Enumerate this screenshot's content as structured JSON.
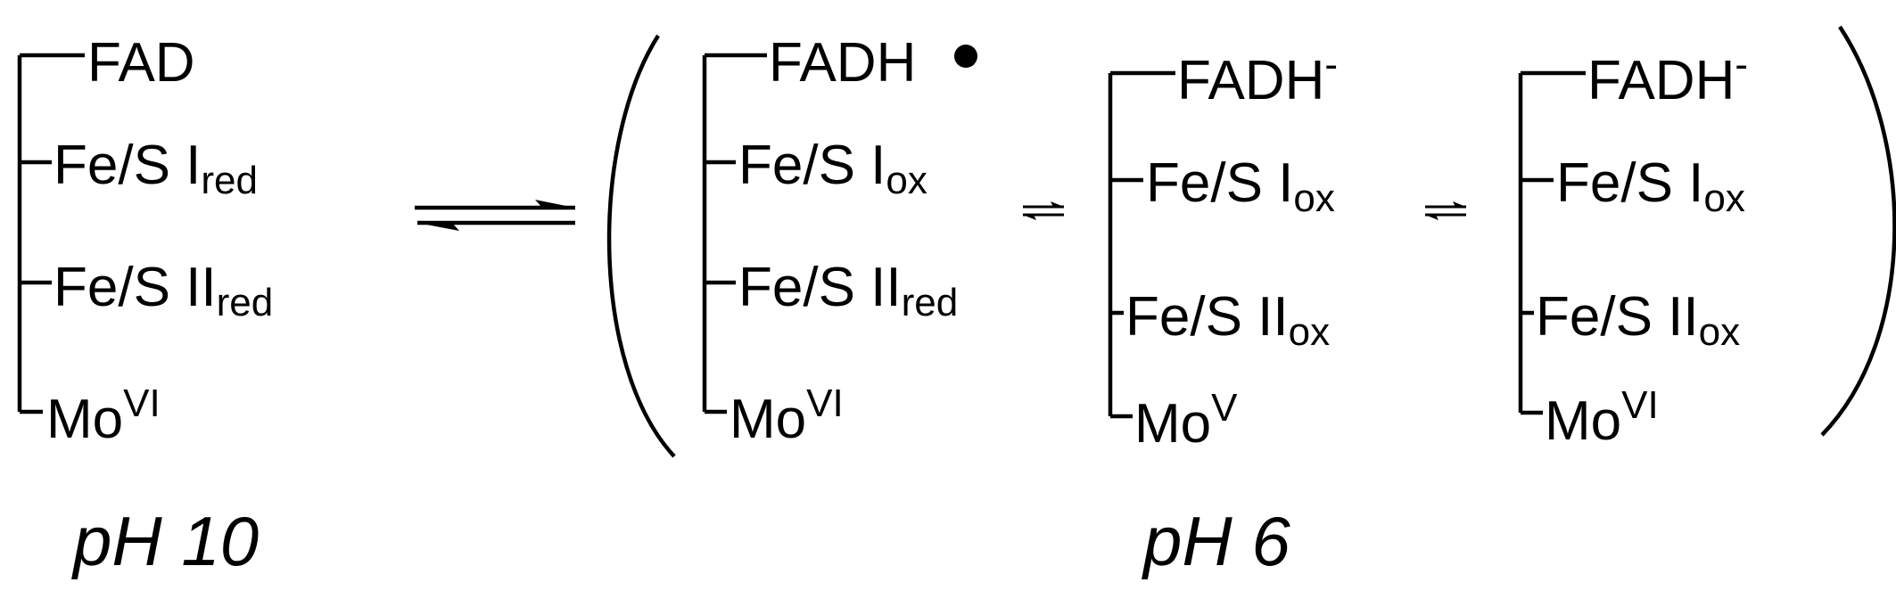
{
  "states": [
    {
      "id": "ph10",
      "fad": {
        "base": "FAD",
        "super": ""
      },
      "fes1": {
        "base": "Fe/S I",
        "sub": "red"
      },
      "fes2": {
        "base": "Fe/S II",
        "sub": "red"
      },
      "mo": {
        "base": "Mo",
        "super": "VI"
      }
    },
    {
      "id": "ph6-a",
      "fad": {
        "base": "FADH",
        "super": ""
      },
      "fes1": {
        "base": "Fe/S I",
        "sub": "ox"
      },
      "fes2": {
        "base": "Fe/S II",
        "sub": "red"
      },
      "mo": {
        "base": "Mo",
        "super": "VI"
      }
    },
    {
      "id": "ph6-b",
      "fad": {
        "base": "FADH",
        "super": "-"
      },
      "fes1": {
        "base": "Fe/S I",
        "sub": "ox"
      },
      "fes2": {
        "base": "Fe/S II",
        "sub": "ox"
      },
      "mo": {
        "base": "Mo",
        "super": "V"
      }
    },
    {
      "id": "ph6-c",
      "fad": {
        "base": "FADH",
        "super": "-"
      },
      "fes1": {
        "base": "Fe/S I",
        "sub": "ox"
      },
      "fes2": {
        "base": "Fe/S II",
        "sub": "ox"
      },
      "mo": {
        "base": "Mo",
        "super": "VI"
      }
    }
  ],
  "conditions": {
    "left": "pH 10",
    "right": "pH 6"
  },
  "colors": {
    "ink": "#000000",
    "background": "#ffffff"
  }
}
